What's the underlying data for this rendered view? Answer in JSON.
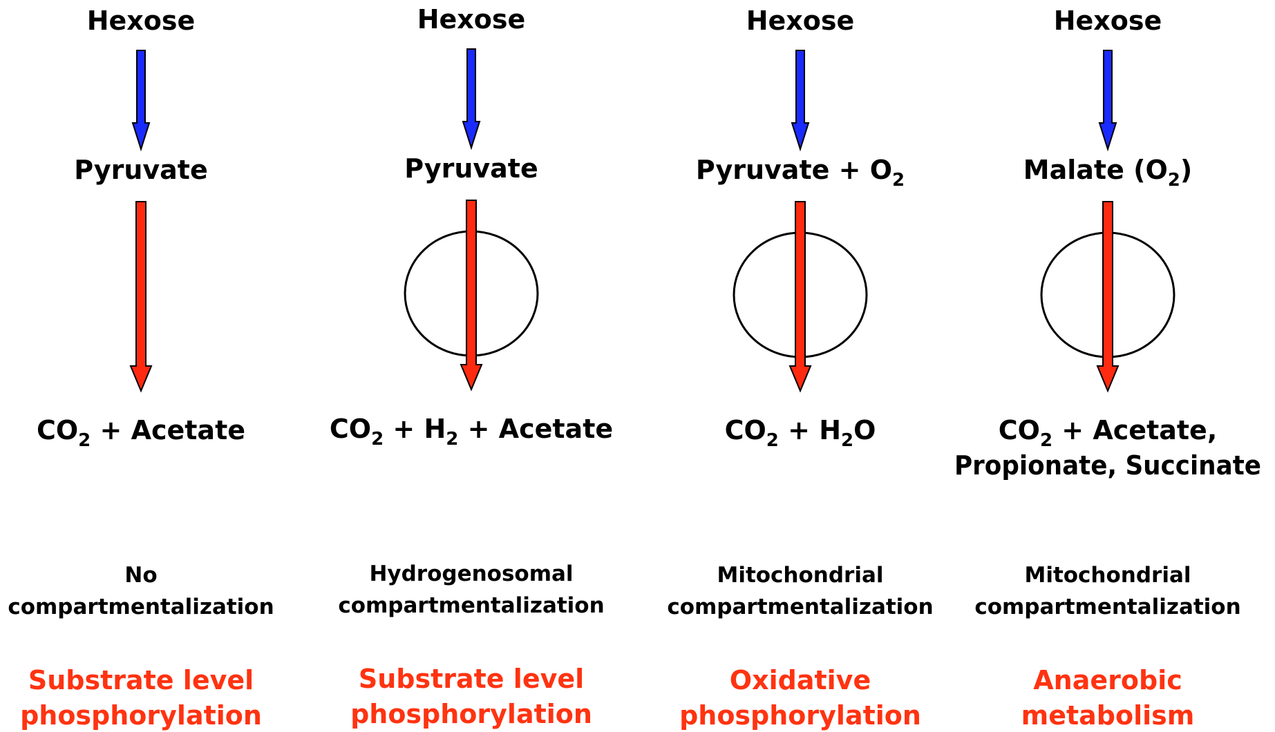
{
  "colors": {
    "blue_arrow": "#1a2bff",
    "red_arrow": "#ff2a10",
    "mode_text": "#ff3311",
    "text": "#000000"
  },
  "columns": [
    {
      "top": "Hexose",
      "middle": {
        "text": "Pyruvate",
        "extra": "",
        "o2_prefix": "",
        "o2_suffix": ""
      },
      "has_compartment": false,
      "products": {
        "line1": [
          {
            "t": "CO"
          },
          {
            "sub": "2"
          },
          {
            "t": " + Acetate"
          }
        ],
        "line2": ""
      },
      "compartment": [
        "No",
        "compartmentalization"
      ],
      "mode": [
        "Substrate level",
        "phosphorylation"
      ]
    },
    {
      "top": "Hexose",
      "middle": {
        "text": "Pyruvate",
        "extra": "",
        "o2_prefix": "",
        "o2_suffix": ""
      },
      "has_compartment": true,
      "products": {
        "line1": [
          {
            "t": "CO"
          },
          {
            "sub": "2"
          },
          {
            "t": " + H"
          },
          {
            "sub": "2"
          },
          {
            "t": " + Acetate"
          }
        ],
        "line2": ""
      },
      "compartment": [
        "Hydrogenosomal",
        "compartmentalization"
      ],
      "mode": [
        "Substrate level",
        "phosphorylation"
      ]
    },
    {
      "top": "Hexose",
      "middle": {
        "text": "Pyruvate",
        "extra": " + O",
        "o2_prefix": "",
        "o2_suffix": ""
      },
      "has_compartment": true,
      "products": {
        "line1": [
          {
            "t": "CO"
          },
          {
            "sub": "2"
          },
          {
            "t": " + H"
          },
          {
            "sub": "2"
          },
          {
            "t": "O"
          }
        ],
        "line2": ""
      },
      "compartment": [
        "Mitochondrial",
        "compartmentalization"
      ],
      "mode": [
        "Oxidative",
        "phosphorylation"
      ]
    },
    {
      "top": "Hexose",
      "middle": {
        "text": "Malate",
        "extra": " (O",
        "o2_prefix": "",
        "o2_suffix": ")"
      },
      "has_compartment": true,
      "products": {
        "line1": [
          {
            "t": "CO"
          },
          {
            "sub": "2"
          },
          {
            "t": " + Acetate,"
          }
        ],
        "line2": "Propionate, Succinate"
      },
      "compartment": [
        "Mitochondrial",
        "compartmentalization"
      ],
      "mode": [
        "Anaerobic",
        "metabolism"
      ]
    }
  ]
}
